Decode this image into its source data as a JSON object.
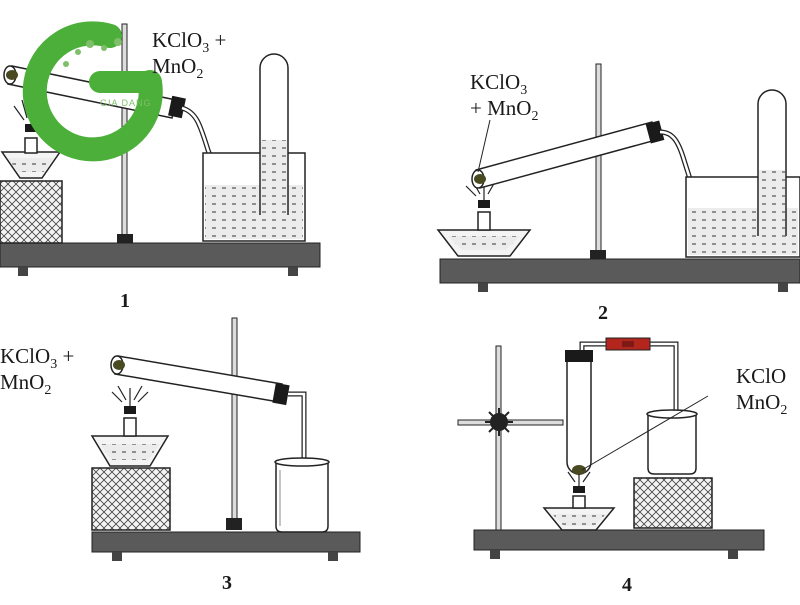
{
  "panels": [
    {
      "number": "1",
      "label_line1_prefix": "KClO",
      "label_line1_sub": "3",
      "label_line1_suffix": " +",
      "label_line2_prefix": "MnO",
      "label_line2_sub": "2"
    },
    {
      "number": "2",
      "label_line1_prefix": "KClO",
      "label_line1_sub": "3",
      "label_line1_suffix": "",
      "label_line2_prefix": "+ MnO",
      "label_line2_sub": "2"
    },
    {
      "number": "3",
      "label_line1_prefix": "KClO",
      "label_line1_sub": "3",
      "label_line1_suffix": " +",
      "label_line2_prefix": "MnO",
      "label_line2_sub": "2"
    },
    {
      "number": "4",
      "label_line1_prefix": "KClO",
      "label_line1_sub": "",
      "label_line1_suffix": "",
      "label_line2_prefix": "MnO",
      "label_line2_sub": "2"
    }
  ],
  "watermark": {
    "text": "GIA DANG",
    "color": "#4caf3a"
  },
  "colors": {
    "line": "#222222",
    "tube_fill": "#ffffff",
    "water": "#e9e9e9",
    "stopper": "#1a1a1a",
    "red_clamp": "#b3261e",
    "base": "#555555",
    "block_fill": "#f2f2f2"
  }
}
